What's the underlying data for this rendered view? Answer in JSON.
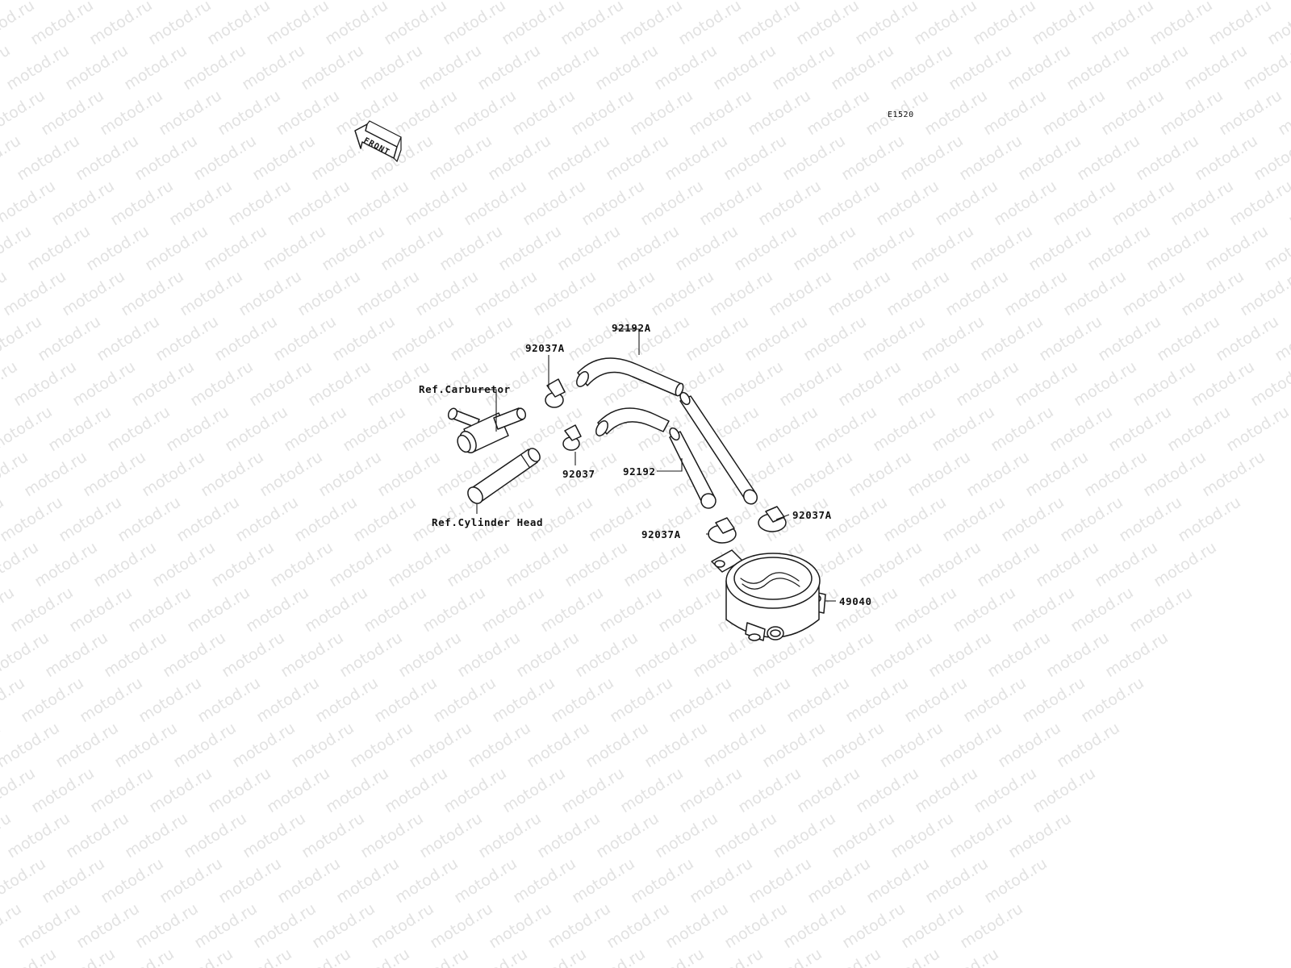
{
  "diagram_code": "E1520",
  "front_label": "FRONT",
  "watermark_text": "motod.ru",
  "parts": {
    "hose_upper": "92192A",
    "clamp_top": "92037A",
    "carb_ref": "Ref.Carburetor",
    "clamp_mid": "92037",
    "hose_lower": "92192",
    "cyl_head_ref": "Ref.Cylinder Head",
    "clamp_right": "92037A",
    "clamp_left": "92037A",
    "fuel_pump": "49040"
  },
  "colors": {
    "line": "#1a1a1a",
    "watermark": "#e2e2e2",
    "background": "#ffffff"
  }
}
